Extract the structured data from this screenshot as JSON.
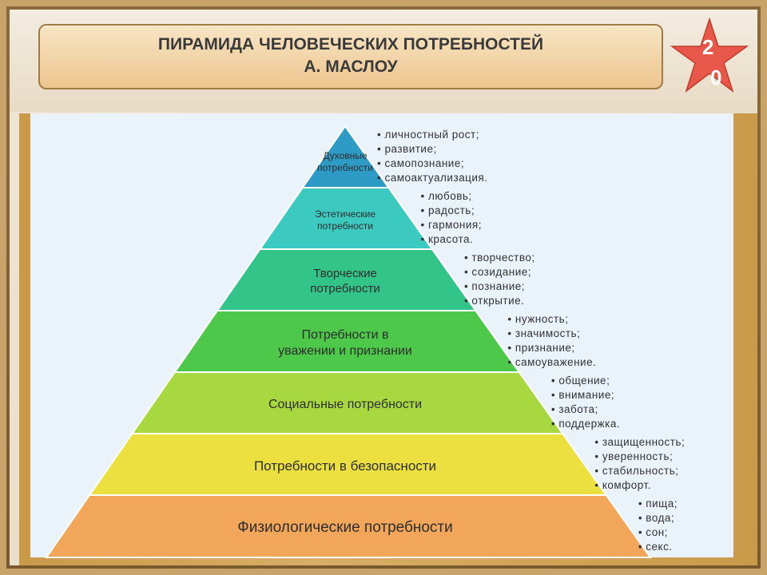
{
  "slide": {
    "title_line1": "ПИРАМИДА ЧЕЛОВЕЧЕСКИХ ПОТРЕБНОСТЕЙ",
    "title_line2": "А. МАСЛОУ",
    "badge_digit1": "2",
    "badge_digit2": "0"
  },
  "pyramid": {
    "tiers": [
      {
        "label_line1": "Духовные",
        "label_line2": "потребности",
        "color": "#2e9bc7",
        "items": [
          "личностный рост;",
          "развитие;",
          "самопознание;",
          "самоактуализация."
        ]
      },
      {
        "label_line1": "Эстетические",
        "label_line2": "потребности",
        "color": "#3cc9c0",
        "items": [
          "любовь;",
          "радость;",
          "гармония;",
          "красота."
        ]
      },
      {
        "label_line1": "Творческие",
        "label_line2": "потребности",
        "color": "#33c48a",
        "items": [
          "творчество;",
          "созидание;",
          "познание;",
          "открытие."
        ]
      },
      {
        "label_line1": "Потребности в",
        "label_line2": "уважении и признании",
        "color": "#4ec84a",
        "items": [
          "нужность;",
          "значимость;",
          "признание;",
          "самоуважение."
        ]
      },
      {
        "label_line1": "Социальные потребности",
        "label_line2": "",
        "color": "#a8d840",
        "items": [
          "общение;",
          "внимание;",
          "забота;",
          "поддержка."
        ]
      },
      {
        "label_line1": "Потребности в безопасности",
        "label_line2": "",
        "color": "#ece040",
        "items": [
          "защищенность;",
          "уверенность;",
          "стабильность;",
          "комфорт."
        ]
      },
      {
        "label_line1": "Физиологические потребности",
        "label_line2": "",
        "color": "#f2a65a",
        "items": [
          "пища;",
          "вода;",
          "сон;",
          "секс."
        ]
      }
    ]
  }
}
